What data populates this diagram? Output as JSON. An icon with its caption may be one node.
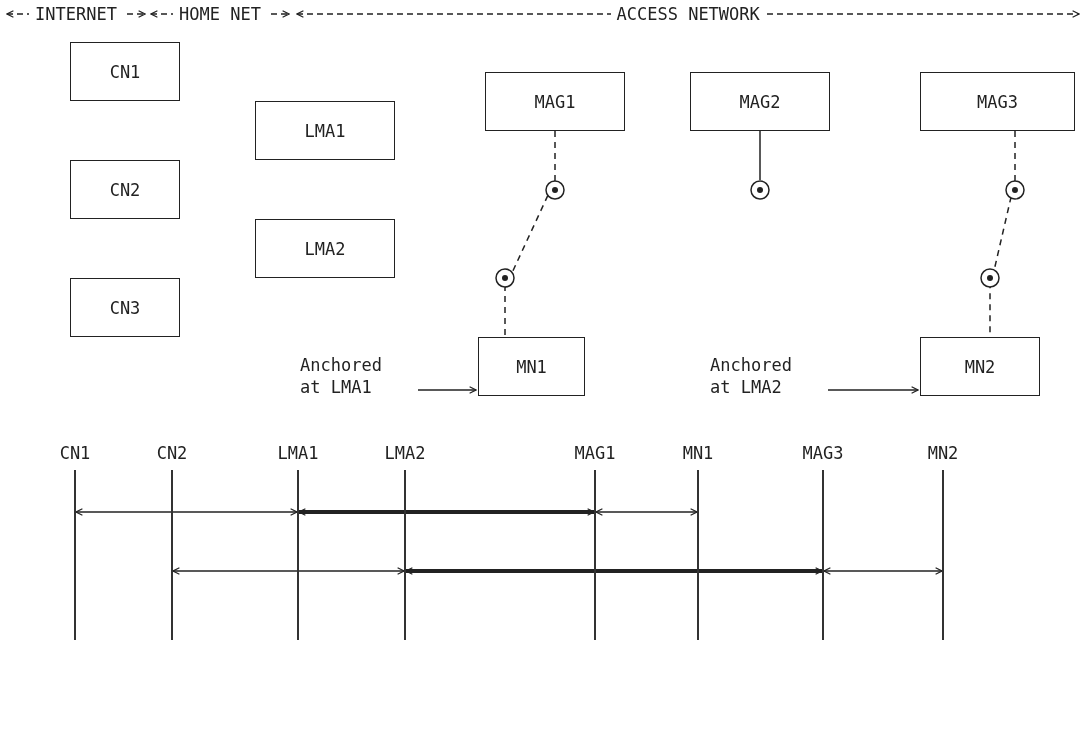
{
  "diagram": {
    "nodes": [
      {
        "text": [
          "CN1"
        ]
      },
      {
        "text": [
          "MAG1"
        ]
      },
      {
        "text": [
          "MAG2"
        ]
      },
      {
        "text": [
          "MAG3"
        ]
      },
      {
        "text": [
          "LMA1"
        ]
      },
      {
        "text": [
          "CN2"
        ]
      },
      {
        "text": [
          "LMA2"
        ]
      },
      {
        "text": [
          "CN3"
        ]
      },
      {
        "text": [
          "Anchored at LMA1"
        ]
      },
      {
        "text": [
          "MN1"
        ]
      },
      {
        "text": [
          "Anchored at LMA2"
        ]
      },
      {
        "text": [
          "MN2"
        ]
      },
      {
        "text": [
          "CN1"
        ]
      },
      {
        "text": [
          "CN2"
        ]
      },
      {
        "text": [
          "LMA1"
        ]
      },
      {
        "text": [
          "LMA2"
        ]
      },
      {
        "text": [
          "MAG1"
        ]
      },
      {
        "text": [
          "MN1"
        ]
      },
      {
        "text": [
          "MAG3"
        ]
      },
      {
        "text": [
          "MN2"
        ]
      }
    ],
    "edges": [
      {
        "from": 1,
        "to": 9,
        "arrow": "none",
        "style": "dashed"
      },
      {
        "from": 3,
        "to": 11,
        "arrow": "none",
        "style": "dashed"
      },
      {
        "from": 8,
        "to": 9,
        "arrow": "to"
      },
      {
        "from": 10,
        "to": 11,
        "arrow": "to"
      },
      {
        "from": 12,
        "to": 14,
        "arrow": "both"
      },
      {
        "from": 14,
        "to": 16,
        "arrow": "both",
        "style": "thick"
      },
      {
        "from": 16,
        "to": 17,
        "arrow": "both"
      },
      {
        "from": 13,
        "to": 15,
        "arrow": "both"
      },
      {
        "from": 15,
        "to": 18,
        "arrow": "both",
        "style": "thick"
      },
      {
        "from": 18,
        "to": 19,
        "arrow": "both"
      }
    ],
    "labels": [
      "INTERNET",
      "HOME NET",
      "ACCESS NETWORK"
    ]
  }
}
